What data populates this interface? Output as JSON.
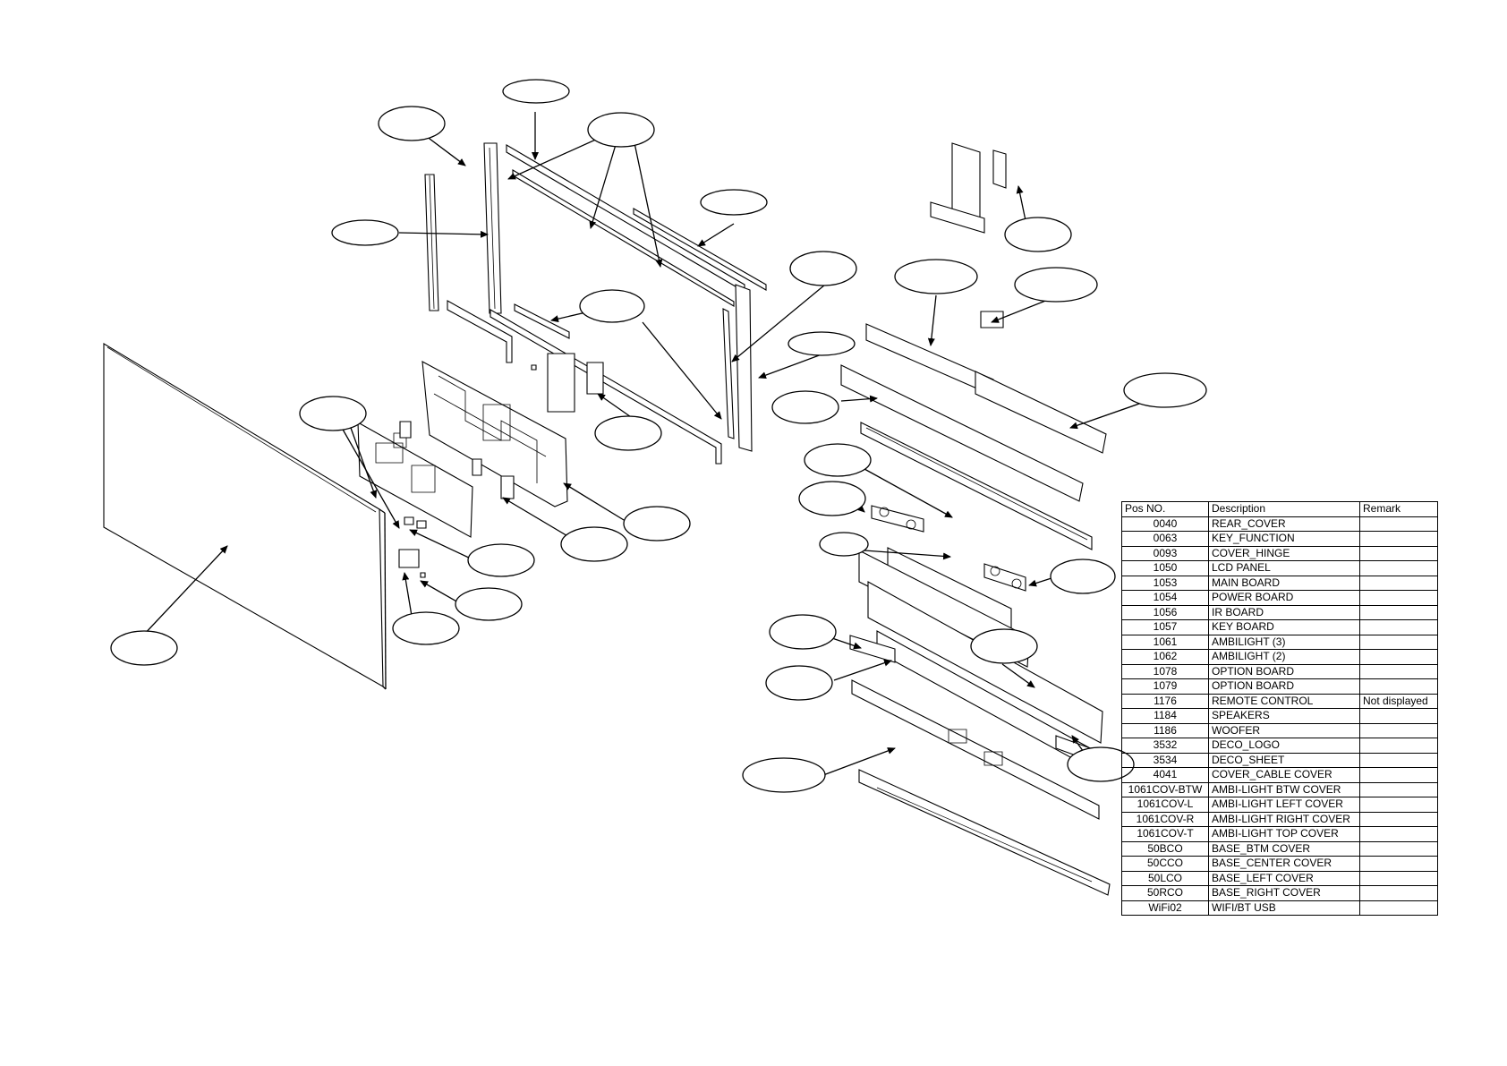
{
  "table": {
    "headers": {
      "pos": "Pos NO.",
      "desc": "Description",
      "remark": "Remark"
    },
    "rows": [
      {
        "pos": "0040",
        "desc": "REAR_COVER",
        "remark": ""
      },
      {
        "pos": "0063",
        "desc": "KEY_FUNCTION",
        "remark": ""
      },
      {
        "pos": "0093",
        "desc": "COVER_HINGE",
        "remark": ""
      },
      {
        "pos": "1050",
        "desc": "LCD PANEL",
        "remark": ""
      },
      {
        "pos": "1053",
        "desc": "MAIN BOARD",
        "remark": ""
      },
      {
        "pos": "1054",
        "desc": "POWER BOARD",
        "remark": ""
      },
      {
        "pos": "1056",
        "desc": "IR BOARD",
        "remark": ""
      },
      {
        "pos": "1057",
        "desc": "KEY BOARD",
        "remark": ""
      },
      {
        "pos": "1061",
        "desc": "AMBILIGHT (3)",
        "remark": ""
      },
      {
        "pos": "1062",
        "desc": "AMBILIGHT (2)",
        "remark": ""
      },
      {
        "pos": "1078",
        "desc": "OPTION BOARD",
        "remark": ""
      },
      {
        "pos": "1079",
        "desc": "OPTION BOARD",
        "remark": ""
      },
      {
        "pos": "1176",
        "desc": "REMOTE CONTROL",
        "remark": "Not displayed"
      },
      {
        "pos": "1184",
        "desc": "SPEAKERS",
        "remark": ""
      },
      {
        "pos": "1186",
        "desc": "WOOFER",
        "remark": ""
      },
      {
        "pos": "3532",
        "desc": "DECO_LOGO",
        "remark": ""
      },
      {
        "pos": "3534",
        "desc": "DECO_SHEET",
        "remark": ""
      },
      {
        "pos": "4041",
        "desc": "COVER_CABLE COVER",
        "remark": ""
      },
      {
        "pos": "1061COV-BTW",
        "desc": "AMBI-LIGHT BTW COVER",
        "remark": ""
      },
      {
        "pos": "1061COV-L",
        "desc": "AMBI-LIGHT LEFT COVER",
        "remark": ""
      },
      {
        "pos": "1061COV-R",
        "desc": "AMBI-LIGHT RIGHT COVER",
        "remark": ""
      },
      {
        "pos": "1061COV-T",
        "desc": "AMBI-LIGHT TOP COVER",
        "remark": ""
      },
      {
        "pos": "50BCO",
        "desc": "BASE_BTM COVER",
        "remark": ""
      },
      {
        "pos": "50CCO",
        "desc": "BASE_CENTER COVER",
        "remark": ""
      },
      {
        "pos": "50LCO",
        "desc": "BASE_LEFT COVER",
        "remark": ""
      },
      {
        "pos": "50RCO",
        "desc": "BASE_RIGHT COVER",
        "remark": ""
      },
      {
        "pos": "WiFi02",
        "desc": "WIFI/BT USB",
        "remark": ""
      }
    ]
  }
}
